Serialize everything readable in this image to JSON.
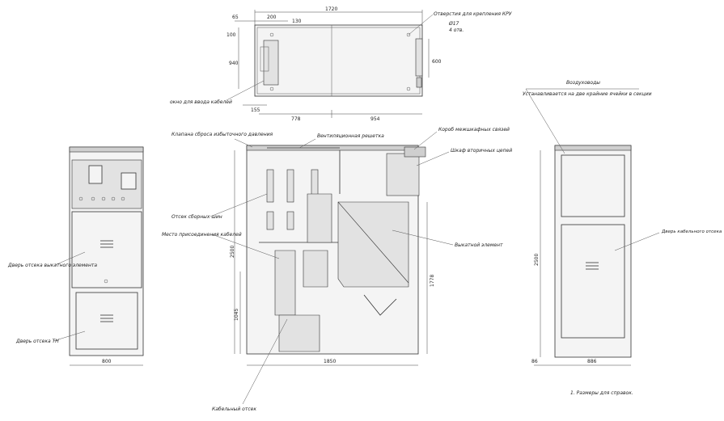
{
  "top_view": {
    "dims": {
      "total": "1720",
      "d65": "65",
      "d200": "200",
      "d130": "130",
      "d100": "100",
      "d940": "940",
      "d600": "600",
      "d155": "155",
      "d778": "778",
      "d954": "954"
    },
    "notes": {
      "fixing_holes": "Отверстия для крепления КРУ",
      "hole_size": "Ø17",
      "hole_count": "4 отв.",
      "cable_window": "окно для ввода кабелей"
    }
  },
  "front_view": {
    "dims": {
      "width": "800"
    },
    "labels": {
      "door_withdrawable": "Дверь отсека выкатного элемента",
      "door_vt": "Дверь отсека ТН"
    }
  },
  "section_view": {
    "dims": {
      "height": "2500",
      "d1045": "1045",
      "d1778": "1778",
      "depth": "1850"
    },
    "labels": {
      "relief_valve": "Клапана сброса избыточного давления",
      "vent_grille": "Вентиляционная решетка",
      "busbar_duct": "Короб межшкафных связей",
      "secondary_box": "Шкаф вторичных цепей",
      "busbar_comp": "Отсек сборных шин",
      "current_conn": "Место присоединения кабелей",
      "withdrawable": "Выкатной элемент",
      "cable_comp": "Кабельный отсек"
    }
  },
  "rear_view": {
    "dims": {
      "height": "2500",
      "d86": "86",
      "width": "886"
    },
    "labels": {
      "air_duct": "Воздуховоды",
      "air_duct_note": "Устанавливается на две крайние ячейки в секции",
      "cable_door": "Дверь кабельного отсека"
    }
  },
  "footnote": "1. Размеры для справок."
}
